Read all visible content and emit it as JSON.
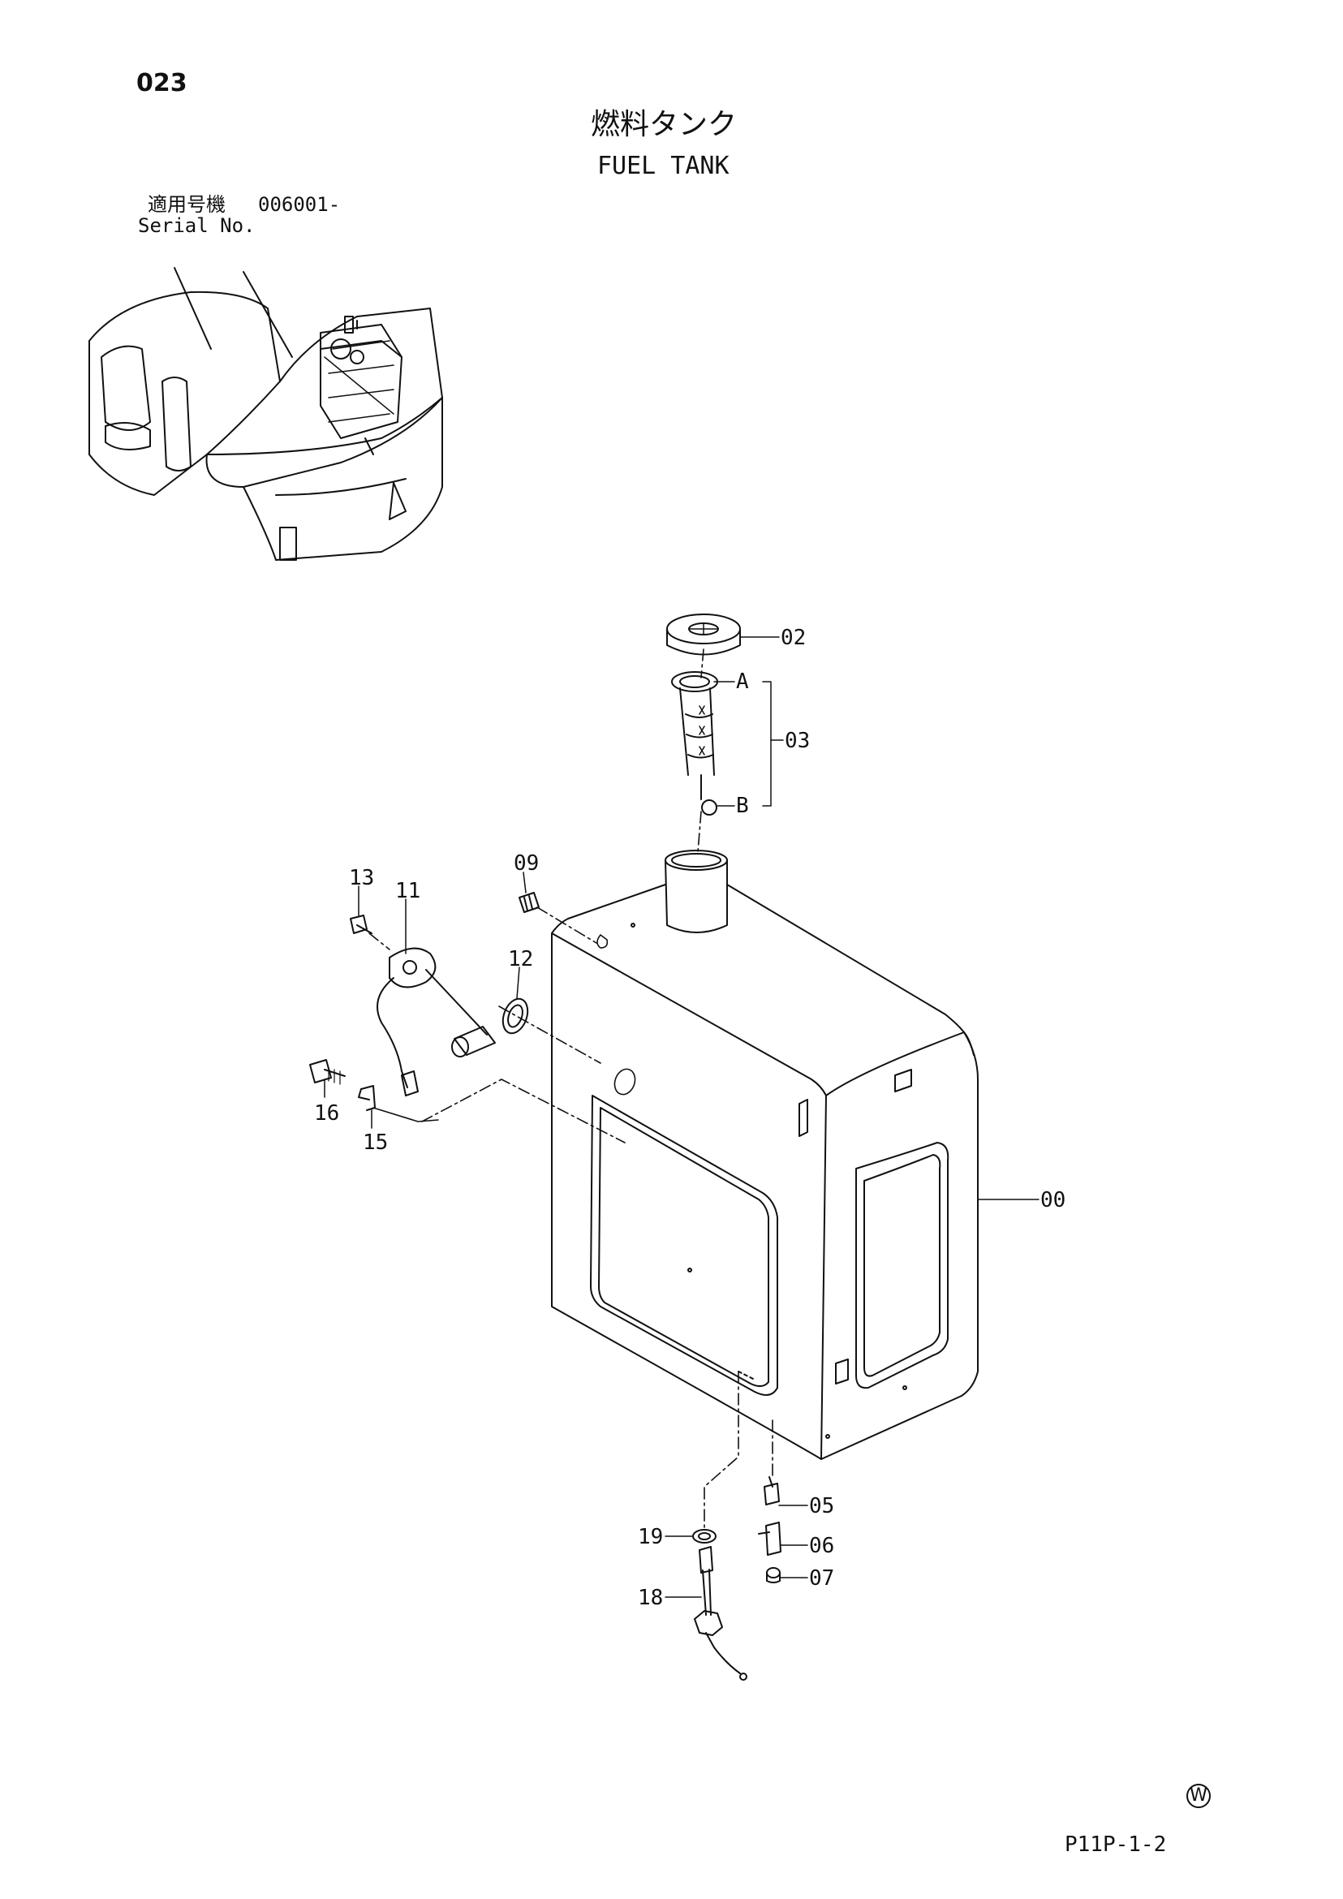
{
  "header": {
    "page_number": "023",
    "title_japanese": "燃料タンク",
    "title_english": "FUEL TANK",
    "serial_label_japanese": "適用号機",
    "serial_value": "006001-",
    "serial_label_english": "Serial No."
  },
  "footer": {
    "watermark_symbol": "W",
    "figure_code": "P11P-1-2"
  },
  "callouts": {
    "c00": "00",
    "c02": "02",
    "c03": "03",
    "c05": "05",
    "c06": "06",
    "c07": "07",
    "c09": "09",
    "c11": "11",
    "c12": "12",
    "c13": "13",
    "c15": "15",
    "c16": "16",
    "c18": "18",
    "c19": "19",
    "detail_a": "A",
    "detail_b": "B"
  }
}
